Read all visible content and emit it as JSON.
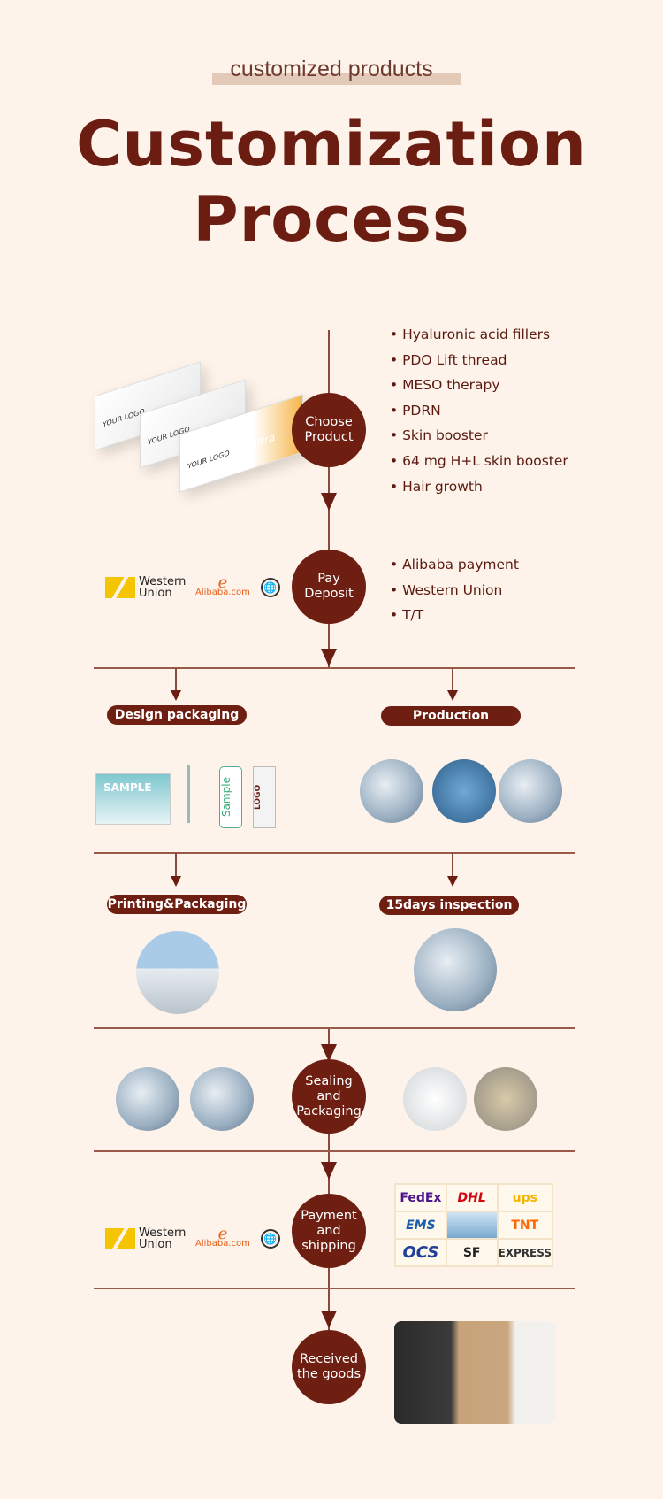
{
  "header": {
    "subtitle": "customized products",
    "title_line1": "Customization",
    "title_line2": "Process"
  },
  "colors": {
    "brand": "#6e1f12",
    "background": "#fdf3ea"
  },
  "steps": {
    "choose": {
      "label": "Choose Product",
      "items": [
        "Hyaluronic acid fillers",
        "PDO Lift thread",
        "MESO therapy",
        "PDRN",
        "Skin booster",
        "64 mg H+L skin booster",
        "Hair growth"
      ],
      "box_text": "YOUR LOGO",
      "box_brand": "Ultra"
    },
    "deposit": {
      "label": "Pay Deposit",
      "items": [
        "Alibaba payment",
        "Western Union",
        "T/T"
      ]
    },
    "design": {
      "label": "Design packaging",
      "sample_text": "SAMPLE",
      "card_text": "Sample",
      "logo_text": "LOGO"
    },
    "production": {
      "label": "Production"
    },
    "printing": {
      "label": "Printing&Packaging"
    },
    "inspection": {
      "label": "15days inspection"
    },
    "sealing": {
      "label": "Sealing and Packaging"
    },
    "shipping": {
      "label": "Payment and shipping",
      "carriers": [
        "FedEx",
        "DHL",
        "ups",
        "EMS",
        "",
        "TNT",
        "OCS",
        "SF",
        "EXPRESS"
      ]
    },
    "received": {
      "label": "Received the goods"
    }
  },
  "payment_logos": {
    "western_union": "Western Union",
    "alibaba": "Alibaba.com"
  }
}
